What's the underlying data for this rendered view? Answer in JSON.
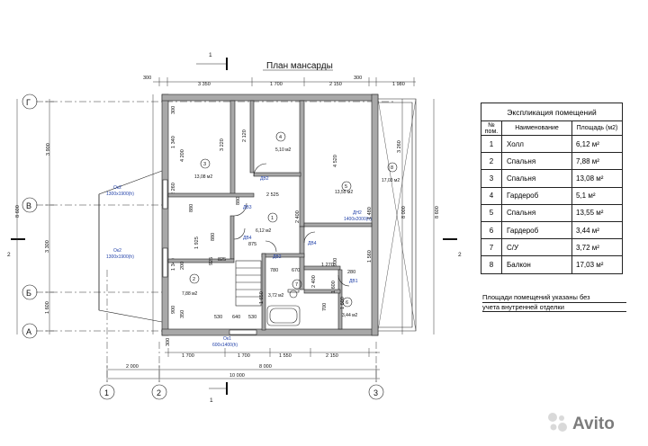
{
  "plan_title": "План мансарды",
  "axes": {
    "A": "А",
    "B": "Б",
    "V": "В",
    "G": "Г",
    "n1": "1",
    "n2": "2",
    "n3": "3",
    "section": "2",
    "cut": "1"
  },
  "top_dims": [
    "300",
    "3 350",
    "1 700",
    "2 150",
    "300",
    "1 980"
  ],
  "bottom_dims": [
    "300",
    "1 700",
    "1 700",
    "1 550",
    "2 150"
  ],
  "overall_dims": {
    "a": "2 000",
    "b": "8 000",
    "c": "10 000"
  },
  "left_dims": [
    "3 900",
    "3 300",
    "1 600",
    "8 600"
  ],
  "left_dims_inner": [
    "300",
    "1 340",
    "2 260",
    "1 340",
    "900"
  ],
  "right_dim": "8 600",
  "right_dim_inner": "8 000",
  "inner_dims": [
    "3 220",
    "2 120",
    "4 200",
    "4 520",
    "3 260",
    "2 525",
    "2 400",
    "1 480",
    "1 925",
    "880",
    "875",
    "825",
    "925",
    "880",
    "1 560",
    "780",
    "670",
    "1 270",
    "280",
    "2 400",
    "1 600",
    "900",
    "200",
    "530",
    "640",
    "530",
    "350",
    "880",
    "1 650",
    "700",
    "1 600"
  ],
  "rooms": [
    {
      "num": "1",
      "area": "6,12 м2"
    },
    {
      "num": "2",
      "area": "7,88 м2"
    },
    {
      "num": "3",
      "area": "13,08 м2"
    },
    {
      "num": "4",
      "area": "5,10 м2"
    },
    {
      "num": "5",
      "area": "13,55 м2"
    },
    {
      "num": "6",
      "area": "3,44 м2"
    },
    {
      "num": "7",
      "area": "3,72 м2"
    },
    {
      "num": "8",
      "area": "17,03 м2"
    }
  ],
  "doors": [
    "ДВ2",
    "ДВ3",
    "ДВ4",
    "ДВ2",
    "ДВ4",
    "ДВ1",
    "ДН2"
  ],
  "door_note": "1400х2000(h)",
  "windows": [
    {
      "label": "Ок2",
      "size": "1300х1900(h)"
    },
    {
      "label": "Ок2",
      "size": "1300х1900(h)"
    },
    {
      "label": "Ок1",
      "size": "600х1400(h)"
    }
  ],
  "explication": {
    "title": "Экспликация помещений",
    "col_num": "№ пом.",
    "col_name": "Наименование",
    "col_area": "Площадь (м2)",
    "rows": [
      {
        "n": "1",
        "name": "Холл",
        "area": "6,12 м²"
      },
      {
        "n": "2",
        "name": "Спальня",
        "area": "7,88 м²"
      },
      {
        "n": "3",
        "name": "Спальня",
        "area": "13,08 м²"
      },
      {
        "n": "4",
        "name": "Гардероб",
        "area": "5,1 м²"
      },
      {
        "n": "5",
        "name": "Спальня",
        "area": "13,55 м²"
      },
      {
        "n": "6",
        "name": "Гардероб",
        "area": "3,44 м²"
      },
      {
        "n": "7",
        "name": "С/У",
        "area": "3,72 м²"
      },
      {
        "n": "8",
        "name": "Балкон",
        "area": "17,03 м²"
      }
    ],
    "note_line1": "Площади помещений указаны без",
    "note_line2": "учета внутренней отделки"
  },
  "watermark": "Avito"
}
